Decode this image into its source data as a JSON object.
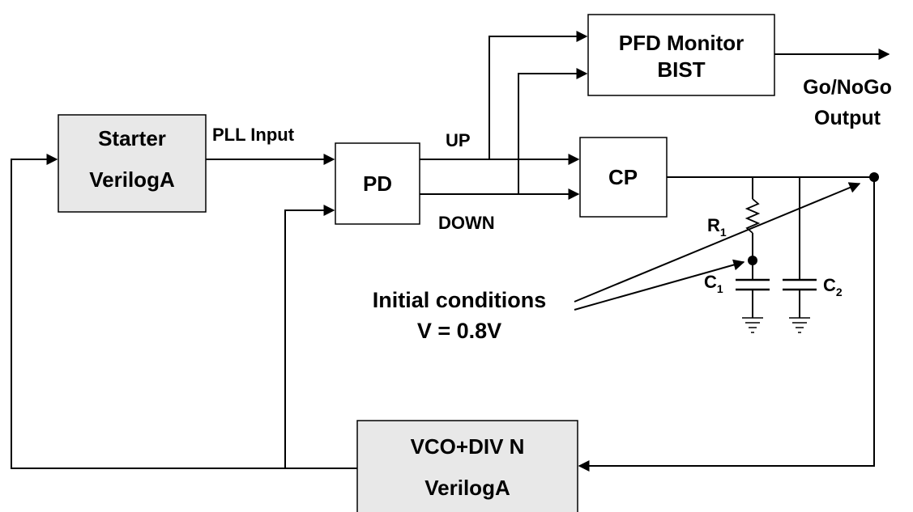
{
  "blocks": {
    "starter": {
      "line1": "Starter",
      "line2": "VerilogA",
      "fill": "#e8e8e8"
    },
    "pd": {
      "label": "PD",
      "fill": "#ffffff"
    },
    "pfd_monitor": {
      "line1": "PFD Monitor",
      "line2": "BIST",
      "fill": "#ffffff"
    },
    "cp": {
      "label": "CP",
      "fill": "#ffffff"
    },
    "vco": {
      "line1": "VCO+DIV N",
      "line2": "VerilogA",
      "fill": "#e8e8e8"
    }
  },
  "signals": {
    "pll_input": "PLL Input",
    "up": "UP",
    "down": "DOWN",
    "output_line1": "Go/NoGo",
    "output_line2": "Output"
  },
  "components": {
    "r1": {
      "base": "R",
      "sub": "1"
    },
    "c1": {
      "base": "C",
      "sub": "1"
    },
    "c2": {
      "base": "C",
      "sub": "2"
    }
  },
  "annotation": {
    "line1": "Initial conditions",
    "line2": "V = 0.8V"
  }
}
